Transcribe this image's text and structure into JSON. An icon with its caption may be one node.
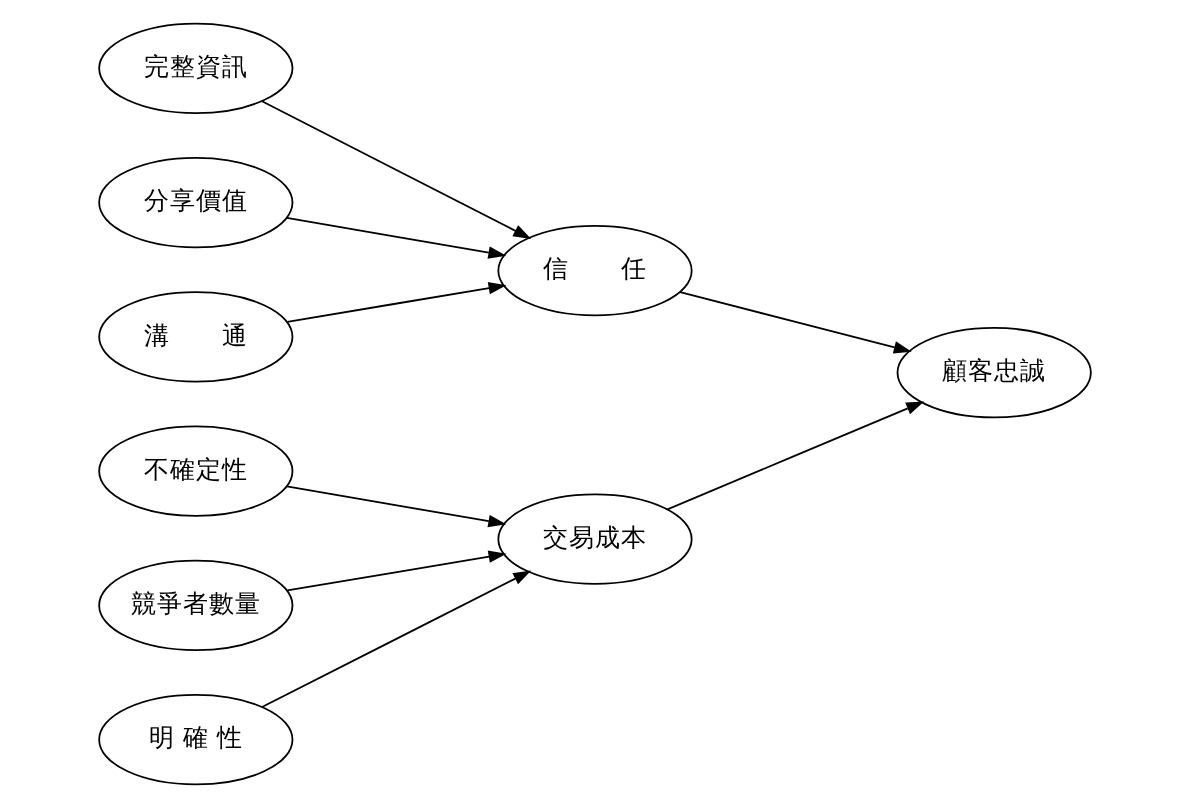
{
  "diagram": {
    "nodes": [
      {
        "text": [
          "完整資訊"
        ]
      },
      {
        "text": [
          "分享價值"
        ]
      },
      {
        "text": [
          "溝　　通"
        ]
      },
      {
        "text": [
          "不確定性"
        ]
      },
      {
        "text": [
          "競爭者數量"
        ]
      },
      {
        "text": [
          "明 確 性"
        ]
      },
      {
        "text": [
          "信　　任"
        ]
      },
      {
        "text": [
          "交易成本"
        ]
      },
      {
        "text": [
          "顧客忠誠"
        ]
      }
    ],
    "edges": [
      {
        "from": 0,
        "to": 6,
        "arrow": "to"
      },
      {
        "from": 1,
        "to": 6,
        "arrow": "to"
      },
      {
        "from": 2,
        "to": 6,
        "arrow": "to"
      },
      {
        "from": 3,
        "to": 7,
        "arrow": "to"
      },
      {
        "from": 4,
        "to": 7,
        "arrow": "to"
      },
      {
        "from": 5,
        "to": 7,
        "arrow": "to"
      },
      {
        "from": 6,
        "to": 8,
        "arrow": "to"
      },
      {
        "from": 7,
        "to": 8,
        "arrow": "to"
      }
    ]
  }
}
